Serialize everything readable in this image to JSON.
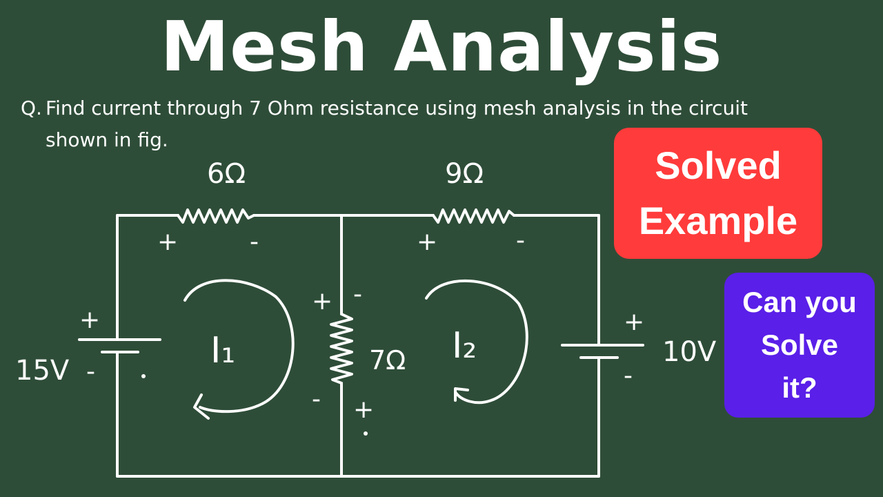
{
  "title": "Mesh Analysis",
  "question": {
    "number": "Q.",
    "line1": "Find current through 7 Ohm resistance using mesh analysis in the circuit",
    "line2": "shown in fig."
  },
  "badge_solved": {
    "line1": "Solved",
    "line2": "Example"
  },
  "badge_challenge": {
    "line1": "Can you",
    "line2": "Solve",
    "line3": "it?"
  },
  "circuit": {
    "r1_label": "6Ω",
    "r2_label": "9Ω",
    "r3_label": "7Ω",
    "source_left_label": "15V",
    "source_right_label": "10V",
    "mesh1_label": "I₁",
    "mesh2_label": "I₂",
    "plus": "+",
    "minus": "-"
  },
  "colors": {
    "background": "#2e4d38",
    "red_badge": "#ff3b3b",
    "purple_badge": "#5a1fe8",
    "chalk": "#ffffff"
  }
}
